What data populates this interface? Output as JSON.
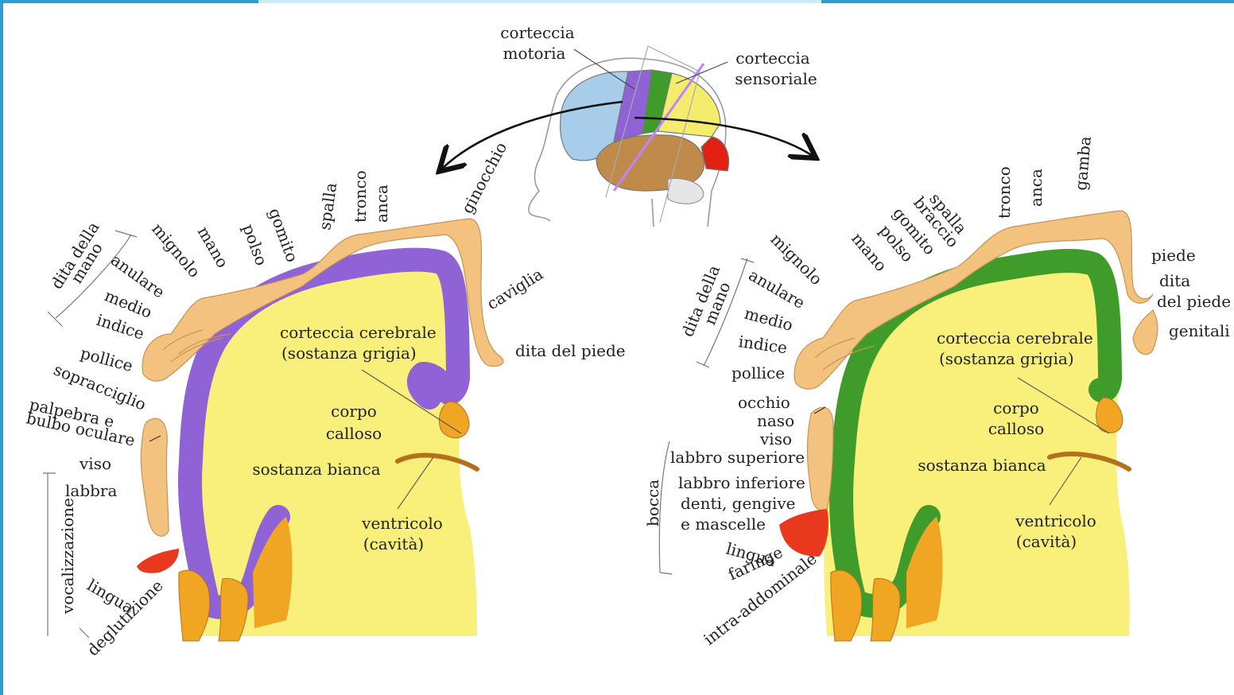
{
  "top_brain": {
    "motor_cortex": [
      "corteccia",
      "motoria"
    ],
    "sensory_cortex": [
      "corteccia",
      "sensoriale"
    ]
  },
  "left": {
    "labels": {
      "dita_della": "dita della",
      "mano_group": "mano",
      "mignolo": "mignolo",
      "anulare": "anulare",
      "medio": "medio",
      "indice": "indice",
      "pollice": "pollice",
      "mano": "mano",
      "polso": "polso",
      "gomito": "gomito",
      "spalla": "spalla",
      "tronco": "tronco",
      "anca": "anca",
      "ginocchio": "ginocchio",
      "caviglia": "caviglia",
      "dita_del_piede": "dita del piede",
      "sopracciglio": "sopracciglio",
      "palpebra": "palpebra e",
      "bulbo": "bulbo oculare",
      "viso": "viso",
      "labbra": "labbra",
      "vocalizzazione": "vocalizzazione",
      "lingua": "lingua",
      "deglutizione": "deglutizione"
    },
    "cortex": [
      "corteccia cerebrale",
      "(sostanza grigia)"
    ],
    "callosum": [
      "corpo",
      "calloso"
    ],
    "white_matter": "sostanza bianca",
    "ventricle": [
      "ventricolo",
      "(cavità)"
    ]
  },
  "right": {
    "labels": {
      "dita_della": "dita della",
      "mano_group": "mano",
      "mignolo": "mignolo",
      "anulare": "anulare",
      "medio": "medio",
      "indice": "indice",
      "pollice": "pollice",
      "mano": "mano",
      "polso": "polso",
      "gomito": "gomito",
      "braccio": "braccio",
      "spalla": "spalla",
      "tronco": "tronco",
      "anca": "anca",
      "gamba": "gamba",
      "piede": "piede",
      "dita_piede_1": "dita",
      "dita_piede_2": "del piede",
      "genitali": "genitali",
      "occhio": "occhio",
      "naso": "naso",
      "viso": "viso",
      "labbro_sup": "labbro superiore",
      "labbro_inf": "labbro inferiore",
      "denti": "denti, gengive",
      "mascelle": "e mascelle",
      "bocca": "bocca",
      "lingua": "lingua",
      "faringe": "faringe",
      "intra": "intra-addominale"
    },
    "cortex": [
      "corteccia cerebrale",
      "(sostanza grigia)"
    ],
    "callosum": [
      "corpo",
      "calloso"
    ],
    "white_matter": "sostanza bianca",
    "ventricle": [
      "ventricolo",
      "(cavità)"
    ]
  },
  "colors": {
    "frame_blue": "#2a9fd0",
    "frame_light": "#c9ecf7",
    "motor_purple": "#8f62d6",
    "sensory_green": "#3f9c2b",
    "white_matter_yellow": "#f8f07a",
    "body_skin": "#f3c27e",
    "deep_orange": "#f0a623",
    "tongue_red": "#e8391f",
    "brain_blue": "#a8cdea",
    "brain_yellow": "#f4ec6c",
    "brain_brown": "#bf8a4a"
  }
}
